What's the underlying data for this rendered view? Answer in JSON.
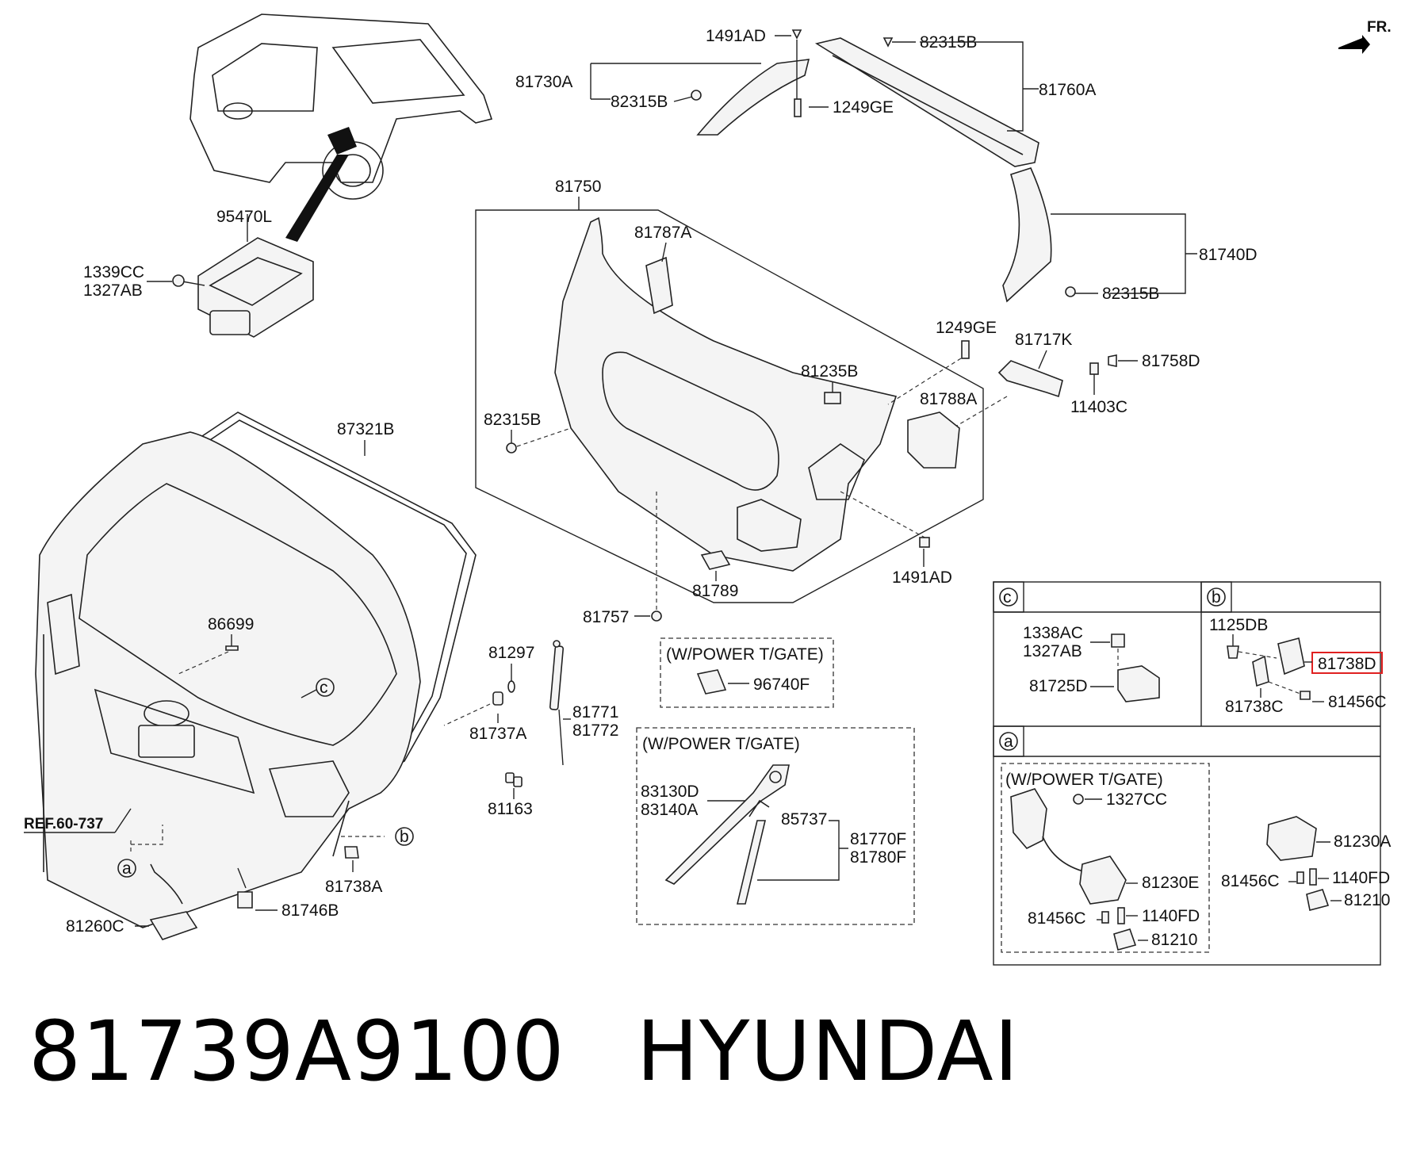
{
  "orientation": "FR.",
  "callouts": {
    "p1491AD_top": "1491AD",
    "p82315B_top": "82315B",
    "p81730A": "81730A",
    "p82315B_mid": "82315B",
    "p1249GE_top": "1249GE",
    "p81760A": "81760A",
    "p81750": "81750",
    "p95470L": "95470L",
    "p1339CC": "1339CC",
    "p1327AB": "1327AB",
    "p81787A": "81787A",
    "p81740D": "81740D",
    "p82315B_right": "82315B",
    "p1249GE_mid": "1249GE",
    "p81717K": "81717K",
    "p81758D": "81758D",
    "p81235B": "81235B",
    "p82315B_left": "82315B",
    "p81788A": "81788A",
    "p11403C": "11403C",
    "p87321B": "87321B",
    "p1491AD_bot": "1491AD",
    "p81789": "81789",
    "p81757": "81757",
    "p86699": "86699",
    "p81297": "81297",
    "p81771": "81771",
    "p81772": "81772",
    "p81737A": "81737A",
    "p81163": "81163",
    "pREF": "REF.60-737",
    "p81738A": "81738A",
    "p81746B": "81746B",
    "p81260C": "81260C",
    "p96740F": "96740F",
    "p83130D": "83130D",
    "p83140A": "83140A",
    "p85737": "85737",
    "p81770F": "81770F",
    "p81780F": "81780F"
  },
  "markers": {
    "a": "a",
    "b": "b",
    "c": "c"
  },
  "variant_label": "(W/POWER T/GATE)",
  "inset": {
    "c_1338AC": "1338AC",
    "c_1327AB": "1327AB",
    "c_81725D": "81725D",
    "b_1125DB": "1125DB",
    "b_81738D": "81738D",
    "b_81738C": "81738C",
    "b_81456C": "81456C",
    "a_1327CC": "1327CC",
    "a_81230E": "81230E",
    "a_81456C_l": "81456C",
    "a_1140FD_l": "1140FD",
    "a_81210_l": "81210",
    "a_81230A": "81230A",
    "a_81456C_r": "81456C",
    "a_1140FD_r": "1140FD",
    "a_81210_r": "81210"
  },
  "highlight_color": "#e02020",
  "footer": {
    "part_number": "81739A9100",
    "brand": "HYUNDAI"
  }
}
